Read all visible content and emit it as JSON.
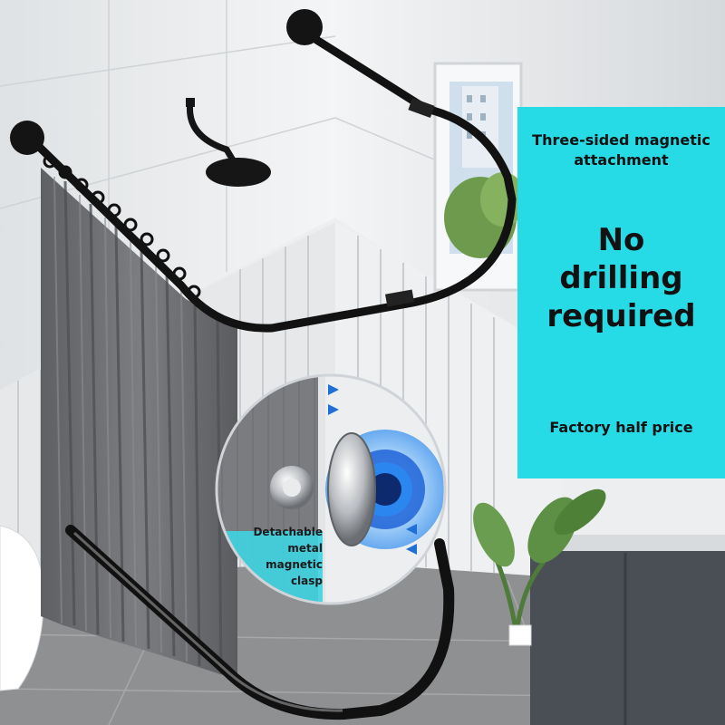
{
  "promo_panel": {
    "feature": "Three-sided magnetic attachment",
    "headline_lines": [
      "No",
      "drilling",
      "required"
    ],
    "price_note": "Factory half price"
  },
  "callout": {
    "lines": [
      "Detachable",
      "metal",
      "magnetic",
      "clasp"
    ]
  },
  "colors": {
    "panel": "#26dbe6",
    "rod": "#121212",
    "curtain": "#6f7174",
    "floor": "#8a8c8e",
    "magnet_glow": "#3aa3ff"
  }
}
